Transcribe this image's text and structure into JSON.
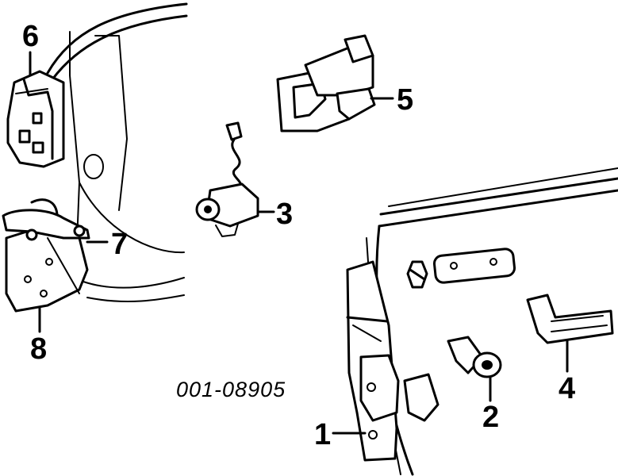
{
  "diagram_code": "001-08905",
  "callouts": {
    "c1": "1",
    "c2": "2",
    "c3": "3",
    "c4": "4",
    "c5": "5",
    "c6": "6",
    "c7": "7",
    "c8": "8"
  }
}
